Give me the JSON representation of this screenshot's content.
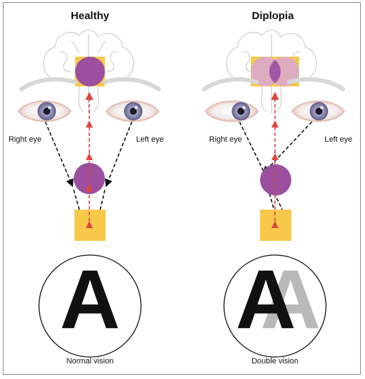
{
  "colors": {
    "purple": "#9b4f9e",
    "purple_light": "#d9a7d6",
    "yellow": "#f7c84a",
    "red_path": "#e0463a",
    "black_path": "#111111",
    "brain_outline": "#c9c9c9",
    "ghost_letter": "#b9b9b9",
    "iris": "#8f8fb5"
  },
  "panels": [
    {
      "title": "Healthy",
      "right_eye_label": "Right eye",
      "left_eye_label": "Left eye",
      "letter": "A",
      "caption": "Normal vision",
      "double_image": false
    },
    {
      "title": "Diplopia",
      "right_eye_label": "Right eye",
      "left_eye_label": "Left eye",
      "letter": "A",
      "caption": "Double vision",
      "double_image": true
    }
  ]
}
